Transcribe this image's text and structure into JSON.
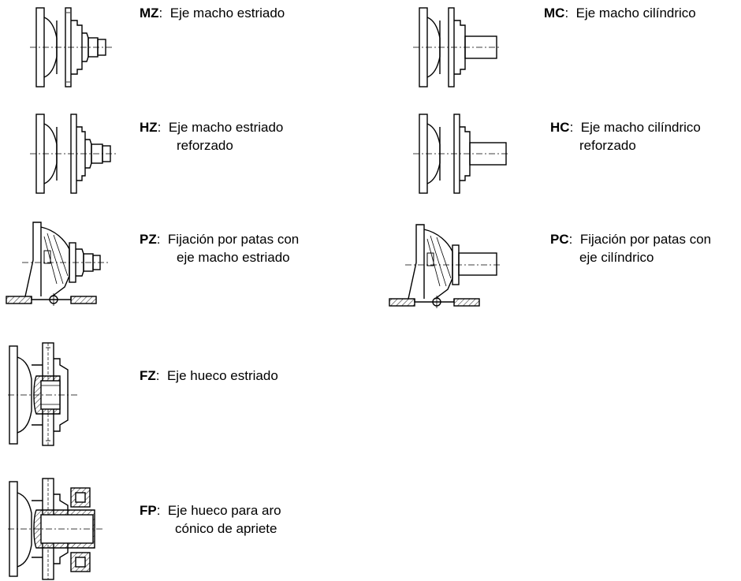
{
  "options": [
    {
      "id": "mz",
      "code": "MZ",
      "sep": ":",
      "line1": "Eje macho estriado",
      "line2": "",
      "icon": "splined-shaft-flange-drawing"
    },
    {
      "id": "mc",
      "code": "MC",
      "sep": ":",
      "line1": "Eje macho cilíndrico",
      "line2": "",
      "icon": "cylindrical-shaft-flange-drawing"
    },
    {
      "id": "hz",
      "code": "HZ",
      "sep": ":",
      "line1": "Eje macho estriado",
      "line2": "reforzado",
      "icon": "reinforced-splined-shaft-drawing"
    },
    {
      "id": "hc",
      "code": "HC",
      "sep": ":",
      "line1": "Eje macho cilíndrico",
      "line2": "reforzado",
      "icon": "reinforced-cylindrical-shaft-drawing"
    },
    {
      "id": "pz",
      "code": "PZ",
      "sep": ":",
      "line1": "Fijación por patas con",
      "line2": "eje macho estriado",
      "icon": "foot-mount-splined-drawing"
    },
    {
      "id": "pc",
      "code": "PC",
      "sep": ":",
      "line1": "Fijación por patas con",
      "line2": "eje cilíndrico",
      "icon": "foot-mount-cylindrical-drawing"
    },
    {
      "id": "fz",
      "code": "FZ",
      "sep": ":",
      "line1": "Eje hueco estriado",
      "line2": "",
      "icon": "hollow-splined-shaft-drawing"
    },
    {
      "id": "fp",
      "code": "FP",
      "sep": ":",
      "line1": "Eje hueco para aro",
      "line2": "cónico de apriete",
      "icon": "hollow-shaft-shrink-disc-drawing"
    }
  ]
}
